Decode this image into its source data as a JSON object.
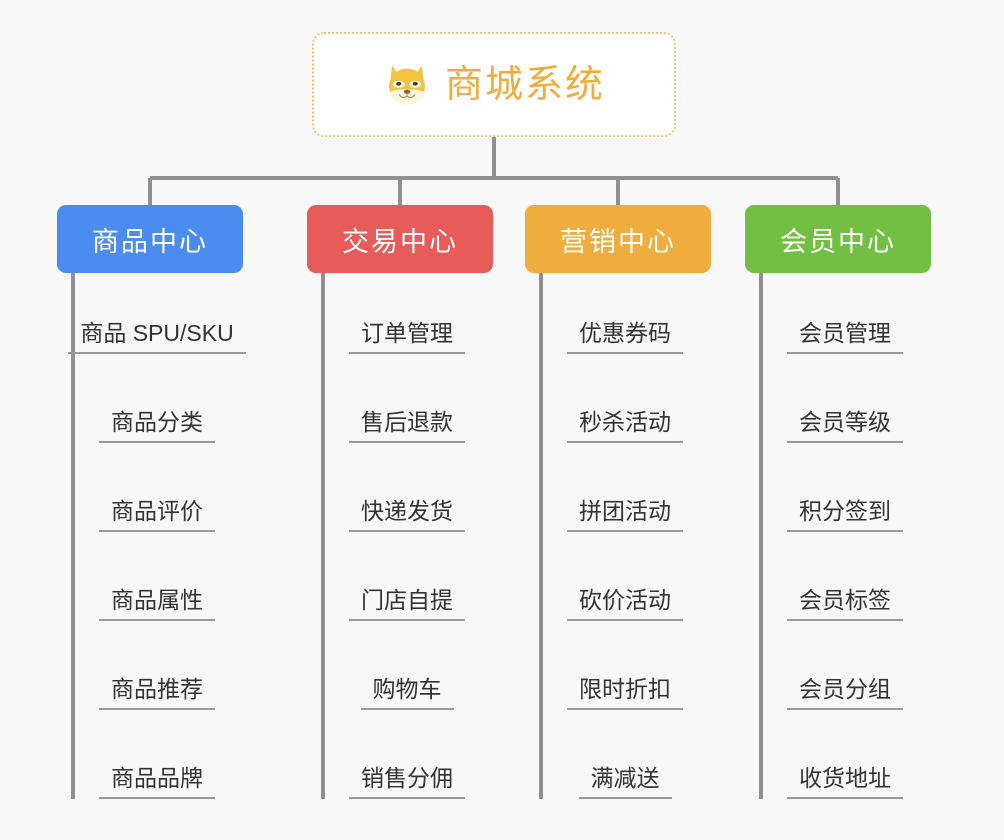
{
  "page": {
    "background_color": "#f8f8f8",
    "title": "商城系统"
  },
  "root": {
    "label": "商城系统",
    "icon": "shiba-dog-face-icon",
    "text_color": "#f0ad3e",
    "border_color": "#f3c06a",
    "background_color": "#ffffff"
  },
  "line_color": "#909090",
  "columns": [
    {
      "id": "product-center",
      "label": "商品中心",
      "color": "#4a8cf0",
      "items": [
        {
          "label": "商品 SPU/SKU"
        },
        {
          "label": "商品分类"
        },
        {
          "label": "商品评价"
        },
        {
          "label": "商品属性"
        },
        {
          "label": "商品推荐"
        },
        {
          "label": "商品品牌"
        }
      ]
    },
    {
      "id": "trade-center",
      "label": "交易中心",
      "color": "#e75c58",
      "items": [
        {
          "label": "订单管理"
        },
        {
          "label": "售后退款"
        },
        {
          "label": "快递发货"
        },
        {
          "label": "门店自提"
        },
        {
          "label": "购物车"
        },
        {
          "label": "销售分佣"
        }
      ]
    },
    {
      "id": "marketing-center",
      "label": "营销中心",
      "color": "#eead3c",
      "items": [
        {
          "label": "优惠券码"
        },
        {
          "label": "秒杀活动"
        },
        {
          "label": "拼团活动"
        },
        {
          "label": "砍价活动"
        },
        {
          "label": "限时折扣"
        },
        {
          "label": "满减送"
        }
      ]
    },
    {
      "id": "member-center",
      "label": "会员中心",
      "color": "#73bf44",
      "items": [
        {
          "label": "会员管理"
        },
        {
          "label": "会员等级"
        },
        {
          "label": "积分签到"
        },
        {
          "label": "会员标签"
        },
        {
          "label": "会员分组"
        },
        {
          "label": "收货地址"
        }
      ]
    }
  ]
}
